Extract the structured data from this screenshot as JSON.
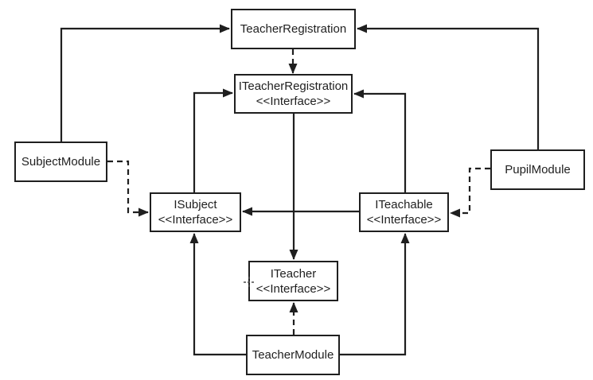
{
  "diagram": {
    "type": "uml-dependency-diagram",
    "colors": {
      "background": "#ffffff",
      "node_fill": "#ffffff",
      "node_border": "#1f1f1f",
      "line": "#1f1f1f",
      "text": "#1f1f1f"
    },
    "nodes": {
      "teacher_registration": {
        "label": "TeacherRegistration"
      },
      "iteacher_registration": {
        "label": "ITeacherRegistration",
        "stereotype": "<<Interface>>"
      },
      "subject_module": {
        "label": "SubjectModule"
      },
      "pupil_module": {
        "label": "PupilModule"
      },
      "isubject": {
        "label": "ISubject",
        "stereotype": "<<Interface>>"
      },
      "iteachable": {
        "label": "ITeachable",
        "stereotype": "<<Interface>>"
      },
      "iteacher": {
        "label": "ITeacher",
        "stereotype": "<<Interface>>"
      },
      "teacher_module": {
        "label": "TeacherModule"
      }
    },
    "edges": [
      {
        "from": "SubjectModule",
        "to": "TeacherRegistration",
        "style": "solid",
        "arrowhead": "filled-triangle"
      },
      {
        "from": "PupilModule",
        "to": "TeacherRegistration",
        "style": "solid",
        "arrowhead": "filled-triangle"
      },
      {
        "from": "TeacherRegistration",
        "to": "ITeacherRegistration",
        "style": "dashed",
        "arrowhead": "filled-triangle"
      },
      {
        "from": "ISubject",
        "to": "ITeacherRegistration",
        "style": "solid",
        "arrowhead": "filled-triangle"
      },
      {
        "from": "ITeachable",
        "to": "ITeacherRegistration",
        "style": "solid",
        "arrowhead": "filled-triangle"
      },
      {
        "from": "SubjectModule",
        "to": "ISubject",
        "style": "dashed",
        "arrowhead": "filled-triangle"
      },
      {
        "from": "PupilModule",
        "to": "ITeachable",
        "style": "dashed",
        "arrowhead": "filled-triangle"
      },
      {
        "from": "ITeachable",
        "to": "ISubject",
        "style": "solid",
        "arrowhead": "filled-triangle"
      },
      {
        "from": "ITeacherRegistration",
        "to": "ITeacher",
        "style": "solid",
        "arrowhead": "filled-triangle"
      },
      {
        "from": "TeacherModule",
        "to": "ITeacher",
        "style": "dashed",
        "arrowhead": "filled-triangle"
      },
      {
        "from": "TeacherModule",
        "to": "ISubject",
        "style": "solid",
        "arrowhead": "filled-triangle"
      },
      {
        "from": "TeacherModule",
        "to": "ITeachable",
        "style": "solid",
        "arrowhead": "filled-triangle"
      }
    ]
  }
}
